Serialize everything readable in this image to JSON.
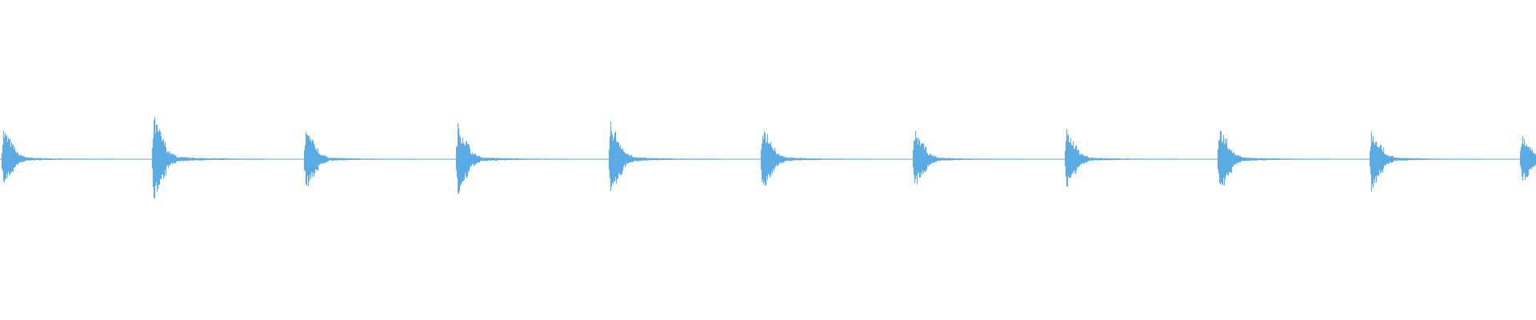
{
  "waveform": {
    "color": "#5aabe3",
    "background": "#ffffff",
    "transients": [
      {
        "peak": 0.72,
        "min": 0.62
      },
      {
        "peak": 1.0,
        "min": 1.0
      },
      {
        "peak": 0.7,
        "min": 0.72
      },
      {
        "peak": 0.82,
        "min": 0.88
      },
      {
        "peak": 0.86,
        "min": 0.84
      },
      {
        "peak": 0.8,
        "min": 0.8
      },
      {
        "peak": 0.68,
        "min": 0.7
      },
      {
        "peak": 0.68,
        "min": 0.72
      },
      {
        "peak": 0.76,
        "min": 0.8
      },
      {
        "peak": 0.7,
        "min": 0.76
      },
      {
        "peak": 0.58,
        "min": 0.58
      }
    ]
  }
}
